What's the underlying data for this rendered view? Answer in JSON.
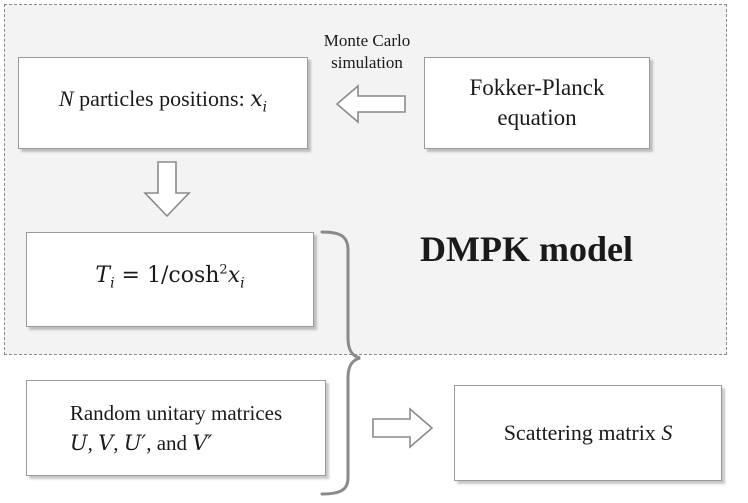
{
  "region_label": "DMPK model",
  "edge_label_line1": "Monte Carlo",
  "edge_label_line2": "simulation",
  "nodes": {
    "fokker_planck": {
      "line1": "Fokker-Planck",
      "line2": "equation"
    },
    "particles": {
      "symbol": "N",
      "text": " particles positions: ",
      "var": "x",
      "sub": "i"
    },
    "transmission": {
      "lhs": "T",
      "lhs_sub": "i",
      "eq": " = 1/cosh",
      "sup": "2",
      "rhs": "x",
      "rhs_sub": "i"
    },
    "random_unitary": {
      "line1": "Random unitary matrices",
      "v1": "U",
      "sep1": ", ",
      "v2": "V",
      "sep2": ", ",
      "v3": "U′",
      "sep3": ", and ",
      "v4": "V′"
    },
    "scattering": {
      "text": "Scattering matrix ",
      "symbol": "S"
    }
  },
  "colors": {
    "region_fill": "#f3f3f3",
    "border": "#9a9a9a",
    "arrow_stroke": "#8a8a8a"
  }
}
